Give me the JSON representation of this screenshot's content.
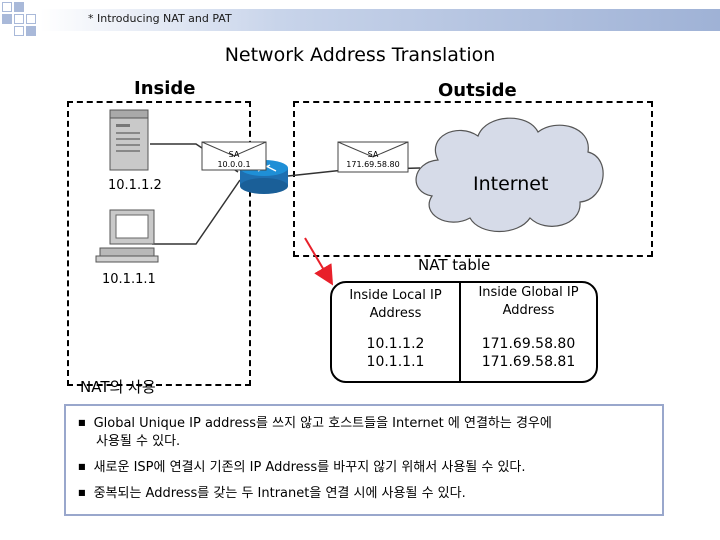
{
  "header": {
    "slide_label": "* Introducing NAT and PAT"
  },
  "diagram": {
    "title": "Network Address Translation",
    "inside_label": "Inside",
    "outside_label": "Outside",
    "host1_ip": "10.1.1.2",
    "host2_ip": "10.1.1.1",
    "internet_label": "Internet",
    "packet_inside": {
      "sa": "SA",
      "address": "10.0.0.1"
    },
    "packet_outside": {
      "sa": "SA",
      "address": "171.69.58.80"
    },
    "icons": [
      "server-icon",
      "workstation-icon",
      "router-icon",
      "cloud-icon",
      "envelope-icon"
    ],
    "colors": {
      "router": "#1f8fd6",
      "cloud": "#d6dbe8",
      "arrow": "#e8202a",
      "bottom_border": "#99a7cc"
    }
  },
  "nat_table": {
    "title": "NAT table",
    "headers": [
      "Inside Local IP Address",
      "Inside Global IP Address"
    ],
    "rows": [
      [
        "10.1.1.2",
        "171.69.58.80"
      ],
      [
        "10.1.1.1",
        "171.69.58.81"
      ]
    ]
  },
  "usage": {
    "label": "NAT의 사용",
    "bullets": [
      "Global Unique IP address를 쓰지 않고 호스트들을 Internet 에 연결하는 경우에",
      "사용될 수 있다.",
      "새로운 ISP에 연결시 기존의 IP Address를 바꾸지 않기 위해서 사용될 수 있다.",
      "중복되는 Address를 갖는 두 Intranet을 연결 시에 사용될 수 있다."
    ]
  }
}
